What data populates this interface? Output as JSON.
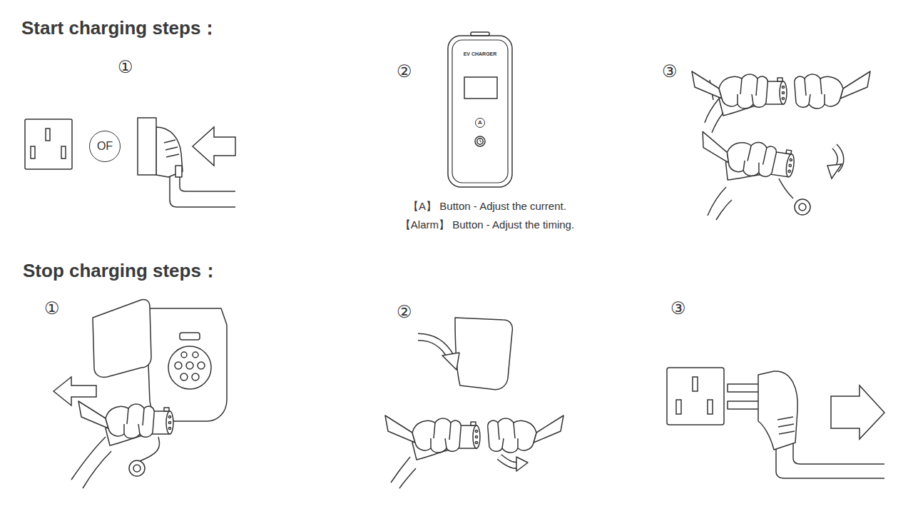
{
  "diagram": {
    "nodes": [
      {
        "text": [
          "OF"
        ]
      },
      {
        "text": [
          "EV CHARGER"
        ]
      },
      {
        "text": [
          "A"
        ],
        "in": 1
      }
    ],
    "labels": [
      "Start charging steps：",
      "①",
      "②",
      "③",
      "【A】 Button - Adjust the current.",
      "【Alarm】 Button - Adjust the timing.",
      "Stop charging steps：",
      "①",
      "②",
      "③"
    ]
  }
}
